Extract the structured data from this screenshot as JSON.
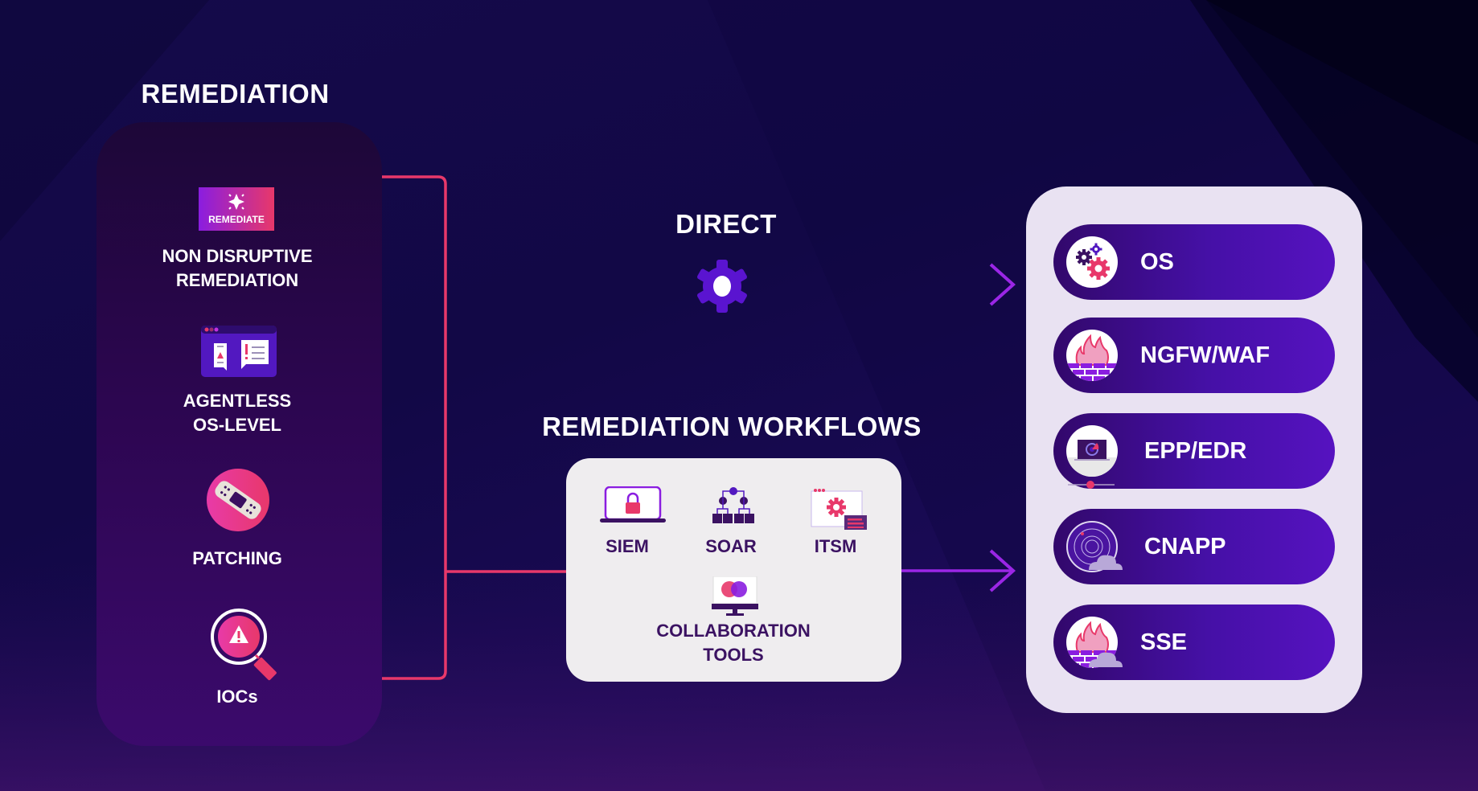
{
  "remediation": {
    "title": "REMEDIATION",
    "items": [
      {
        "label_line1": "NON DISRUPTIVE",
        "label_line2": "REMEDIATION",
        "icon": "remediate-badge-icon",
        "badge_text": "REMEDIATE"
      },
      {
        "label_line1": "AGENTLESS",
        "label_line2": "OS-LEVEL",
        "icon": "browser-alert-icon"
      },
      {
        "label_line1": "PATCHING",
        "icon": "bandage-icon"
      },
      {
        "label_line1": "IOCs",
        "icon": "magnifier-warning-icon"
      }
    ]
  },
  "direct": {
    "title": "DIRECT",
    "icon": "gear-icon"
  },
  "workflows": {
    "title": "REMEDIATION WORKFLOWS",
    "items": [
      {
        "label": "SIEM",
        "icon": "laptop-lock-icon"
      },
      {
        "label": "SOAR",
        "icon": "hierarchy-icon"
      },
      {
        "label": "ITSM",
        "icon": "window-gear-icon"
      },
      {
        "label_line1": "COLLABORATION",
        "label_line2": "TOOLS",
        "icon": "monitor-circles-icon"
      }
    ]
  },
  "targets": {
    "items": [
      {
        "label": "OS",
        "icon": "gears-icon"
      },
      {
        "label": "NGFW/WAF",
        "icon": "firewall-icon"
      },
      {
        "label": "EPP/EDR",
        "icon": "laptop-radar-icon"
      },
      {
        "label": "CNAPP",
        "icon": "cloud-radar-icon"
      },
      {
        "label": "SSE",
        "icon": "firewall-cloud-icon"
      }
    ]
  },
  "colors": {
    "accent_pink": "#e8386a",
    "accent_purple": "#9b26e6",
    "pill_purple": "#4510a6",
    "text_dark": "#3b1262"
  }
}
